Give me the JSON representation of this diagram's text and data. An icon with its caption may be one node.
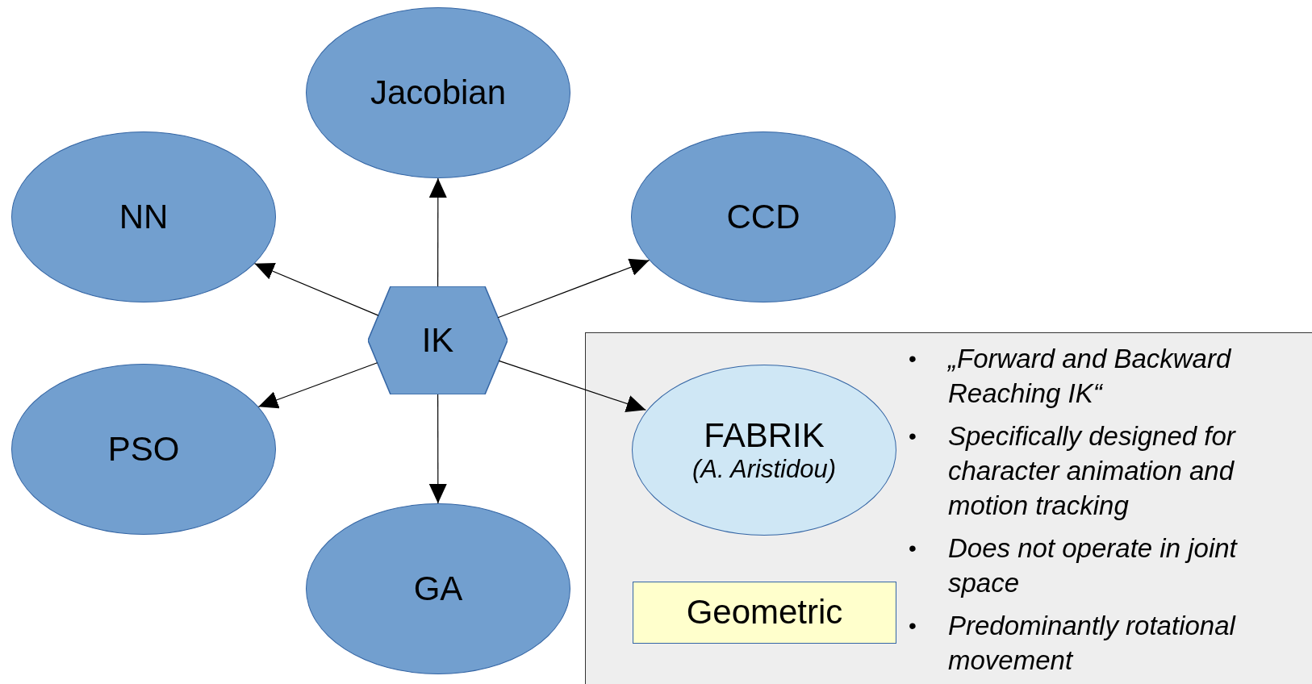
{
  "diagram": {
    "nodes": [
      {
        "text": [
          "Jacobian"
        ]
      },
      {
        "text": [
          "NN"
        ]
      },
      {
        "text": [
          "CCD"
        ]
      },
      {
        "text": [
          "IK"
        ]
      },
      {
        "text": [
          "PSO"
        ]
      },
      {
        "text": [
          "GA"
        ]
      },
      {
        "text": [
          "„Forward and Backward Reaching IK“",
          "Specifically designed for character animation and motion tracking",
          "Does not operate in joint space",
          "Predominantly rotational movement"
        ]
      },
      {
        "text": [
          "FABRIK",
          "(A. Aristidou)"
        ],
        "in": 6
      },
      {
        "text": [
          "Geometric"
        ],
        "in": 6
      }
    ],
    "edges": [
      {
        "from": 3,
        "to": 0,
        "arrow": "to"
      },
      {
        "from": 3,
        "to": 1,
        "arrow": "to"
      },
      {
        "from": 3,
        "to": 2,
        "arrow": "to"
      },
      {
        "from": 3,
        "to": 4,
        "arrow": "to"
      },
      {
        "from": 3,
        "to": 5,
        "arrow": "to"
      },
      {
        "from": 3,
        "to": 7,
        "arrow": "to"
      }
    ],
    "labels": [
      "•",
      "•",
      "•",
      "•"
    ]
  }
}
